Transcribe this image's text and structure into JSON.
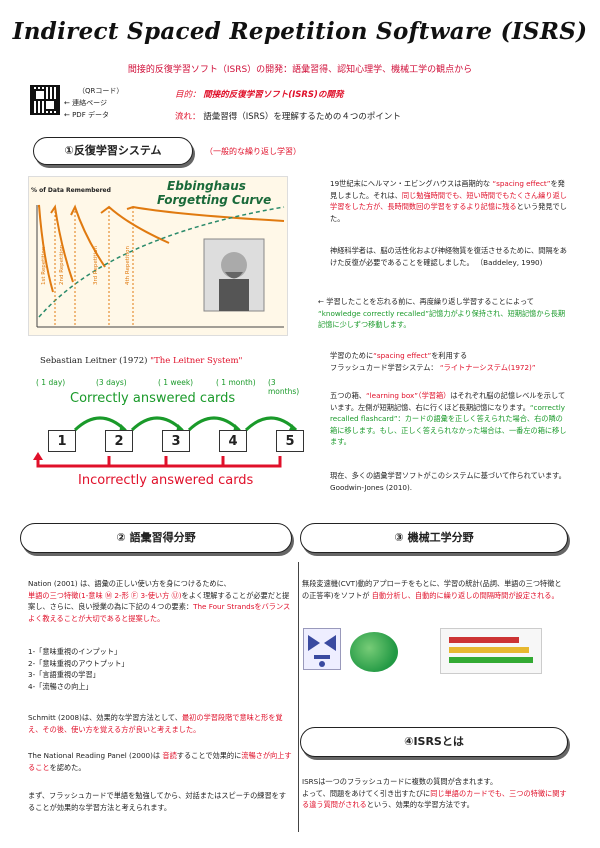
{
  "header": {
    "title": "Indirect Spaced Repetition Software (ISRS)",
    "subtitle": "間接的反復学習ソフト（ISRS）の開発：語彙習得、認知心理学、機械工学の観点から"
  },
  "links": {
    "qr": "（QRコード）",
    "contact": "← 連絡ページ",
    "pdf": "← PDF データ"
  },
  "purpose": {
    "label": "目的：",
    "text": "間接的反復学習ソフト(ISRS)の開発"
  },
  "flow": {
    "label": "流れ：",
    "text": "語彙習得（ISRS）を理解するための４つのポイント"
  },
  "section1": {
    "title": "①反復学習システム",
    "note": "（一般的な繰り返し学習）",
    "chart_title1": "Ebbinghaus",
    "chart_title2": "Forgetting Curve",
    "chart_ylabel": "% of Data Remembered",
    "rep1": "1st Repetition",
    "rep2": "2nd Repetition",
    "rep3": "3rd Repetition",
    "rep4": "4th Repetition",
    "leitner_black": "Sebastian Leitner (1972)",
    "leitner_red": "\"The Leitner System\"",
    "intervals": [
      "( 1 day)",
      "(3 days)",
      "( 1 week)",
      "( 1 month)",
      "(3 months)"
    ],
    "boxes": [
      "1",
      "2",
      "3",
      "4",
      "5"
    ],
    "correct": "Correctly answered cards",
    "incorrect": "Incorrectly answered cards",
    "p1a": "19世紀末にヘルマン・エビングハウスは画期的な",
    "p1b": "“spacing effect”",
    "p1c": "を発見しました。それは、",
    "p1d": "同じ勉強時間でも、短い時間でもたくさん繰り返し学習をした方が、長時間数回の学習をするより記憶に残る",
    "p1e": "という発見でした。",
    "p2a": "神経科学者は、脳の活性化および神経物質を復活させるために、間隔をあけた反復が必要であることを確認しました。",
    "p2b": "（Baddeley, 1990)",
    "p3a": "← 学習したことを忘れる前に、再度繰り返し学習することによって",
    "p3b": "“knowledge correctly recalled”記憶力がより保持され、短期記憶から長期記憶に少しずつ移動します。",
    "p4a": "学習のために",
    "p4b": "“spacing effect”",
    "p4c": "を利用する",
    "p4d": "フラッシュカード学習システム：",
    "p4e": "“ライトナーシステム(1972)”",
    "p5a": "五つの箱、",
    "p5b": "“learning box”（学習箱）",
    "p5c": "はそれぞれ脳の記憶レベルを示しています。左側が短期記憶、右に行くほど長期記憶になります。",
    "p5d": "“correctly recalled flashcard”：カードの語彙を正しく答えられた場合、右の隣の箱に移します。もし、正しく答えられなかった場合は、一番左の箱に移します。",
    "p6a": "現在、多くの語彙学習ソフトがこのシステムに基づいて作られています。",
    "p6b": "Goodwin-Jones (2010)."
  },
  "section2": {
    "title": "② 語彙習得分野",
    "n1": "Nation (2001) は、語彙の正しい使い方を身につけるために、",
    "n2": "単語の三つ特徴(1-意味 Ⓜ 2-形 Ⓕ 3-使い方 Ⓤ)",
    "n3": "をよく理解することが必要だと提案し、さらに、良い授業の為に下記の４つの要素：",
    "n4": "The Four Strandsをバランスよく教えることが大切であると提案した。",
    "list": [
      "1-「意味重視のインプット」",
      "2-「意味重視のアウトプット」",
      "3-「言語重視の学習」",
      "4-「流暢さの向上」"
    ],
    "s1": "Schmitt (2008)は、効果的な学習方法として、",
    "s2": "最初の学習段階で意味と形を覚え、その後、使い方を覚える方が良いと考えました。",
    "r1": "The National Reading Panel (2000)は ",
    "r2": "音読",
    "r3": "することで効果的に",
    "r4": "流暢さが向上すること",
    "r5": "を認めた。",
    "f1": "まず、フラッシュカードで単語を勉強してから、対話またはスピーチの練習をすることが効果的な学習方法と考えられます。"
  },
  "section3": {
    "title": "③ 機械工学分野",
    "t1": "無段変速機(CVT)動的アプローチをもとに、学習の統計(品詞、単語の三つ特徴との正答率)をソフトが",
    "t2": "自動分析し、自動的に繰り返しの間隔時間が設定される。"
  },
  "section4": {
    "title": "④ISRSとは",
    "t1": "ISRSは一つのフラッシュカードに複数の質問が含まれます。",
    "t2": "よって、問題をあけてく引き出すたびに",
    "t3": "同じ単語のカードでも、三つの特徴に関する違う質問がされる",
    "t4": "という、効果的な学習方法です。"
  },
  "colors": {
    "accent_red": "#e0102a",
    "accent_green": "#1a9a2a",
    "curve_orange": "#e07a10",
    "chart_title": "#1a6a3a"
  }
}
